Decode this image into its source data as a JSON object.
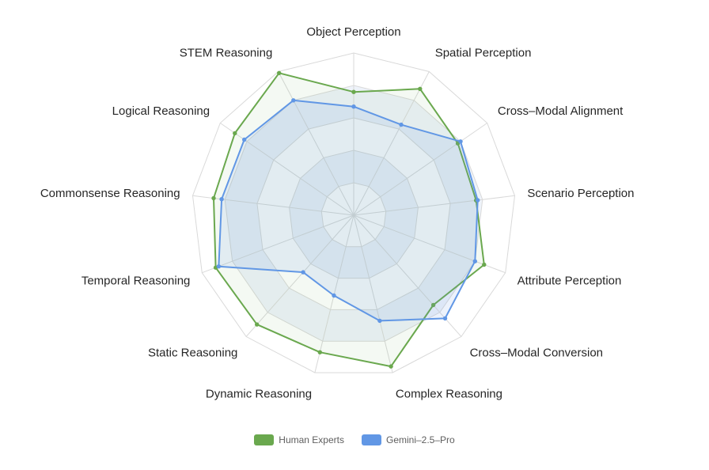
{
  "chart_data": {
    "type": "radar",
    "title": "",
    "categories": [
      "Object Perception",
      "Spatial Perception",
      "Cross–Modal Alignment",
      "Scenario Perception",
      "Attribute Perception",
      "Cross–Modal Conversion",
      "Complex Reasoning",
      "Dynamic Reasoning",
      "Static Reasoning",
      "Temporal Reasoning",
      "Commonsense Reasoning",
      "Logical Reasoning",
      "STEM Reasoning"
    ],
    "max": 100,
    "ring_count": 5,
    "grid": {
      "ring_stroke": "#d9d9d9",
      "axis_stroke": "#d9d9d9",
      "band_fill_a": "#ffffff",
      "band_fill_b": "#eef3fa"
    },
    "label_color": "#262626",
    "legend_position": "bottom",
    "series": [
      {
        "name": "Human Experts",
        "color": "#6aa84e",
        "fill_opacity": 0.07,
        "values": [
          76,
          88,
          78,
          76,
          86,
          74,
          96,
          87,
          90,
          91,
          87,
          89,
          99
        ]
      },
      {
        "name": "Gemini–2.5–Pro",
        "color": "#6197e5",
        "fill_opacity": 0.12,
        "values": [
          67,
          63,
          80,
          77,
          80,
          85,
          67,
          51,
          47,
          89,
          82,
          82,
          80
        ]
      }
    ]
  }
}
